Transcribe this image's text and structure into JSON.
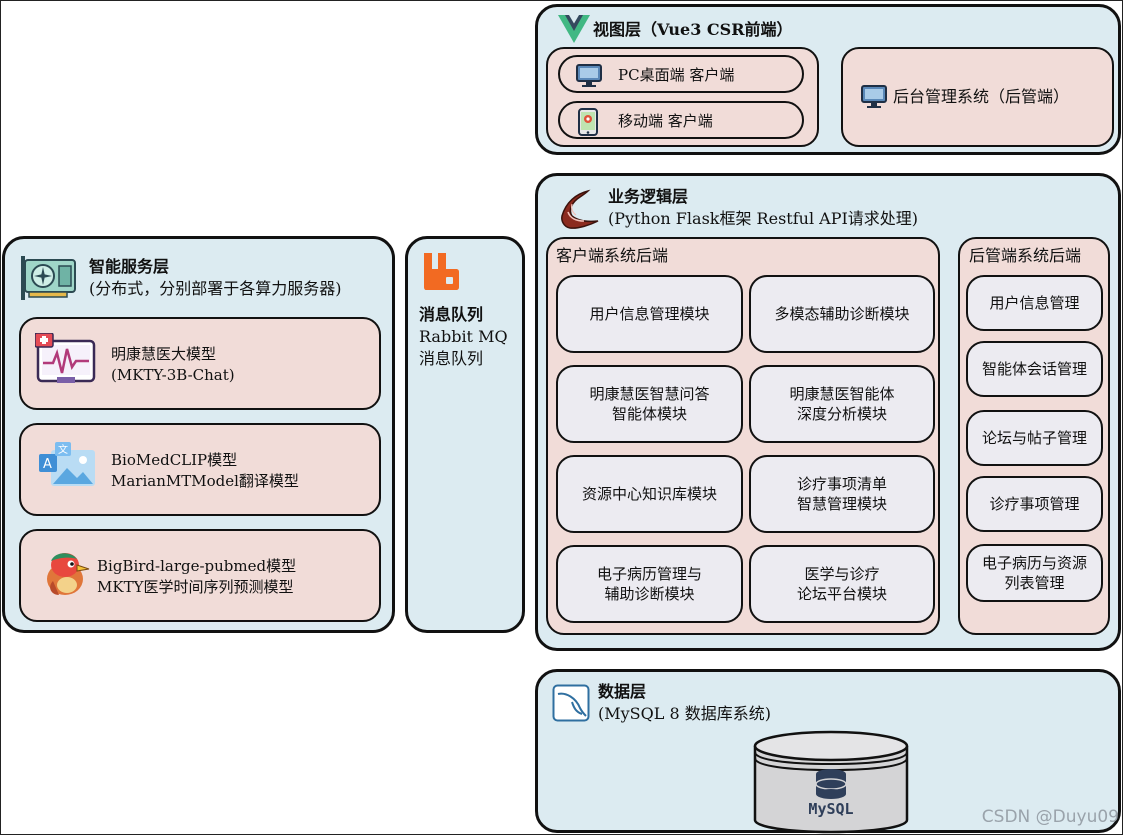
{
  "view_layer": {
    "title": "视图层（Vue3 CSR前端）",
    "pc_client": "PC桌面端 客户端",
    "mobile_client": "移动端 客户端",
    "admin_system": "后台管理系统（后管端）"
  },
  "business_layer": {
    "title": "业务逻辑层",
    "subtitle": "(Python Flask框架 Restful API请求处理)",
    "client_backend": {
      "title": "客户端系统后端",
      "modules": [
        {
          "line1": "用户信息管理模块",
          "line2": ""
        },
        {
          "line1": "多模态辅助诊断模块",
          "line2": ""
        },
        {
          "line1": "明康慧医智慧问答",
          "line2": "智能体模块"
        },
        {
          "line1": "明康慧医智能体",
          "line2": "深度分析模块"
        },
        {
          "line1": "资源中心知识库模块",
          "line2": ""
        },
        {
          "line1": "诊疗事项清单",
          "line2": "智慧管理模块"
        },
        {
          "line1": "电子病历管理与",
          "line2": "辅助诊断模块"
        },
        {
          "line1": "医学与诊疗",
          "line2": "论坛平台模块"
        }
      ]
    },
    "admin_backend": {
      "title": "后管端系统后端",
      "modules": [
        {
          "line1": "用户信息管理",
          "line2": ""
        },
        {
          "line1": "智能体会话管理",
          "line2": ""
        },
        {
          "line1": "论坛与帖子管理",
          "line2": ""
        },
        {
          "line1": "诊疗事项管理",
          "line2": ""
        },
        {
          "line1": "电子病历与资源",
          "line2": "列表管理"
        }
      ]
    }
  },
  "intelligent_layer": {
    "title": "智能服务层",
    "subtitle": "(分布式，分别部署于各算力服务器)",
    "models": [
      {
        "line1": "明康慧医大模型",
        "line2": "(MKTY-3B-Chat)"
      },
      {
        "line1": "BioMedCLIP模型",
        "line2": "MarianMTModel翻译模型"
      },
      {
        "line1": "BigBird-large-pubmed模型",
        "line2": "MKTY医学时间序列预测模型"
      }
    ]
  },
  "message_queue": {
    "title": "消息队列",
    "line2": "Rabbit MQ",
    "line3": "消息队列"
  },
  "data_layer": {
    "title": "数据层",
    "subtitle": "(MySQL 8 数据库系统)",
    "db_label": "MySQL"
  },
  "watermark": "CSDN @Duyu09",
  "colors": {
    "layer_bg": "#dcebf1",
    "pink": "#f1dcd8",
    "module_bg": "#ecebf1",
    "vue_green": "#41b883",
    "vue_dark": "#34495e",
    "rabbit_orange": "#f26a22"
  }
}
